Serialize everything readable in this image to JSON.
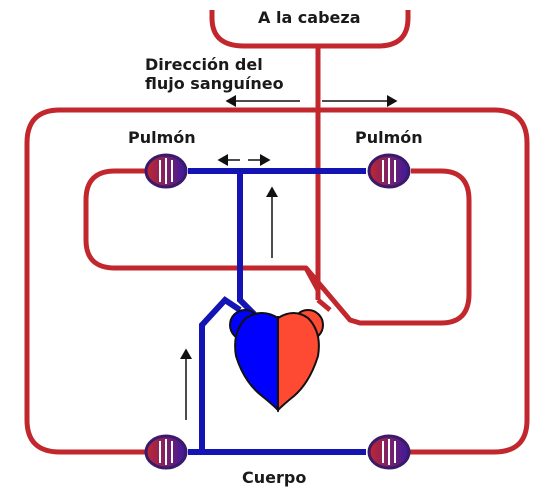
{
  "labels": {
    "head": "A la cabeza",
    "flow_direction_line1": "Dirección del",
    "flow_direction_line2": "flujo sanguíneo",
    "lung_left": "Pulmón",
    "lung_right": "Pulmón",
    "body": "Cuerpo"
  },
  "colors": {
    "oxygenated": "#c1272d",
    "deoxygenated": "#1414b4",
    "heart_left": "#0000ff",
    "heart_right": "#ff4a33",
    "capillary_gradient_start": "#c1272d",
    "capillary_gradient_end": "#3a1aa0"
  }
}
